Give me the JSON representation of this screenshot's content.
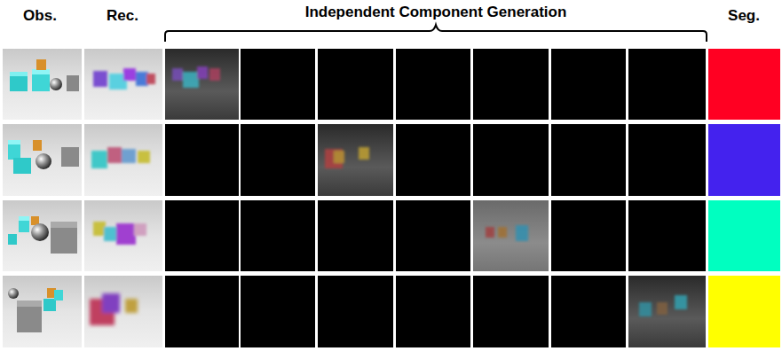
{
  "diagram": {
    "labels": [
      "Obs.",
      "Rec.",
      "Independent Component Generation",
      "Seg."
    ]
  }
}
